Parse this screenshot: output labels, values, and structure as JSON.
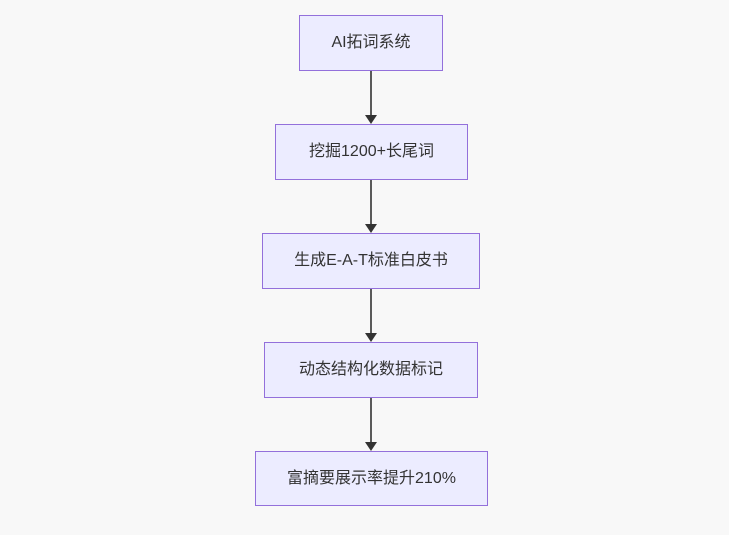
{
  "diagram": {
    "type": "flowchart",
    "direction": "top-down",
    "colors": {
      "background": "#f8f8f8",
      "node_fill": "#ececff",
      "node_border": "#9370db",
      "node_text": "#333333",
      "edge_line": "#5a5a5a",
      "arrowhead": "#333333"
    },
    "nodes": [
      {
        "id": "n1",
        "label": "AI拓词系统"
      },
      {
        "id": "n2",
        "label": "挖掘1200+长尾词"
      },
      {
        "id": "n3",
        "label": "生成E-A-T标准白皮书"
      },
      {
        "id": "n4",
        "label": "动态结构化数据标记"
      },
      {
        "id": "n5",
        "label": "富摘要展示率提升210%"
      }
    ],
    "edges": [
      {
        "from": "n1",
        "to": "n2"
      },
      {
        "from": "n2",
        "to": "n3"
      },
      {
        "from": "n3",
        "to": "n4"
      },
      {
        "from": "n4",
        "to": "n5"
      }
    ]
  }
}
